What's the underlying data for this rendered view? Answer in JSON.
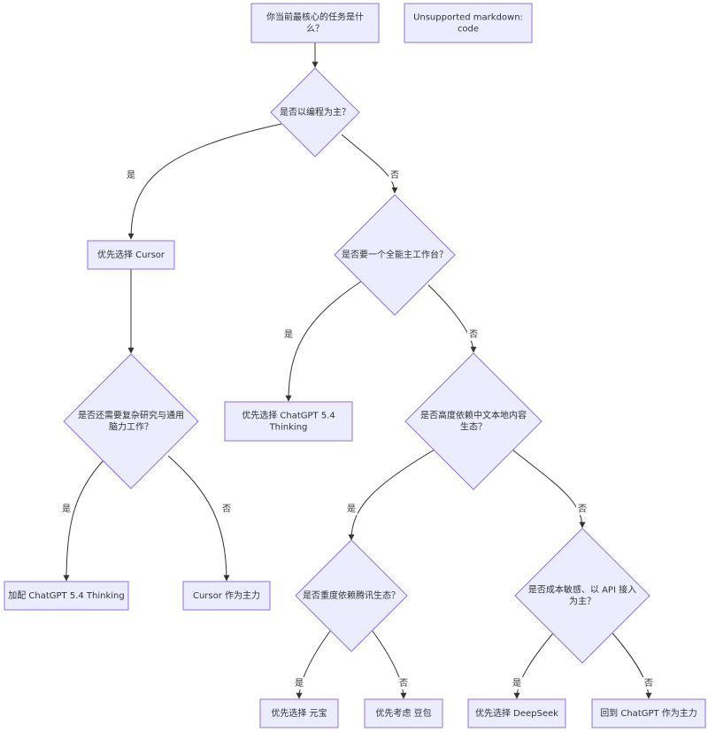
{
  "flowchart": {
    "nodes": {
      "start": {
        "lines": [
          "你当前最核心的任务是什",
          "么？"
        ]
      },
      "note": {
        "lines": [
          "Unsupported markdown:",
          "code"
        ]
      },
      "q_coding": {
        "lines": [
          "是否以编程为主？"
        ]
      },
      "cursor": {
        "lines": [
          "优先选择 Cursor"
        ]
      },
      "q_allin": {
        "lines": [
          "是否要一个全能主工作台？"
        ]
      },
      "q_research": {
        "lines": [
          "是否还需要复杂研究与通用",
          "脑力工作？"
        ]
      },
      "chatgpt54": {
        "lines": [
          "优先选择 ChatGPT 5.4",
          "Thinking"
        ]
      },
      "q_chinese": {
        "lines": [
          "是否高度依赖中文本地内容",
          "生态？"
        ]
      },
      "add_chatgpt": {
        "lines": [
          "加配 ChatGPT 5.4 Thinking"
        ]
      },
      "cursor_main": {
        "lines": [
          "Cursor 作为主力"
        ]
      },
      "q_tencent": {
        "lines": [
          "是否重度依赖腾讯生态？"
        ]
      },
      "q_cost": {
        "lines": [
          "是否成本敏感、以 API 接入",
          "为主？"
        ]
      },
      "yuanbao": {
        "lines": [
          "优先选择 元宝"
        ]
      },
      "doubao": {
        "lines": [
          "优先考虑 豆包"
        ]
      },
      "deepseek": {
        "lines": [
          "优先选择 DeepSeek"
        ]
      },
      "back_chatgpt": {
        "lines": [
          "回到 ChatGPT 作为主力"
        ]
      }
    },
    "edges": [
      {
        "from": "start",
        "to": "q_coding",
        "label": ""
      },
      {
        "from": "q_coding",
        "to": "cursor",
        "label": "是"
      },
      {
        "from": "q_coding",
        "to": "q_allin",
        "label": "否"
      },
      {
        "from": "cursor",
        "to": "q_research",
        "label": ""
      },
      {
        "from": "q_allin",
        "to": "chatgpt54",
        "label": "是"
      },
      {
        "from": "q_allin",
        "to": "q_chinese",
        "label": "否"
      },
      {
        "from": "q_research",
        "to": "add_chatgpt",
        "label": "是"
      },
      {
        "from": "q_research",
        "to": "cursor_main",
        "label": "否"
      },
      {
        "from": "q_chinese",
        "to": "q_tencent",
        "label": "是"
      },
      {
        "from": "q_chinese",
        "to": "q_cost",
        "label": "否"
      },
      {
        "from": "q_tencent",
        "to": "yuanbao",
        "label": "是"
      },
      {
        "from": "q_tencent",
        "to": "doubao",
        "label": "否"
      },
      {
        "from": "q_cost",
        "to": "deepseek",
        "label": "是"
      },
      {
        "from": "q_cost",
        "to": "back_chatgpt",
        "label": "否"
      }
    ]
  }
}
